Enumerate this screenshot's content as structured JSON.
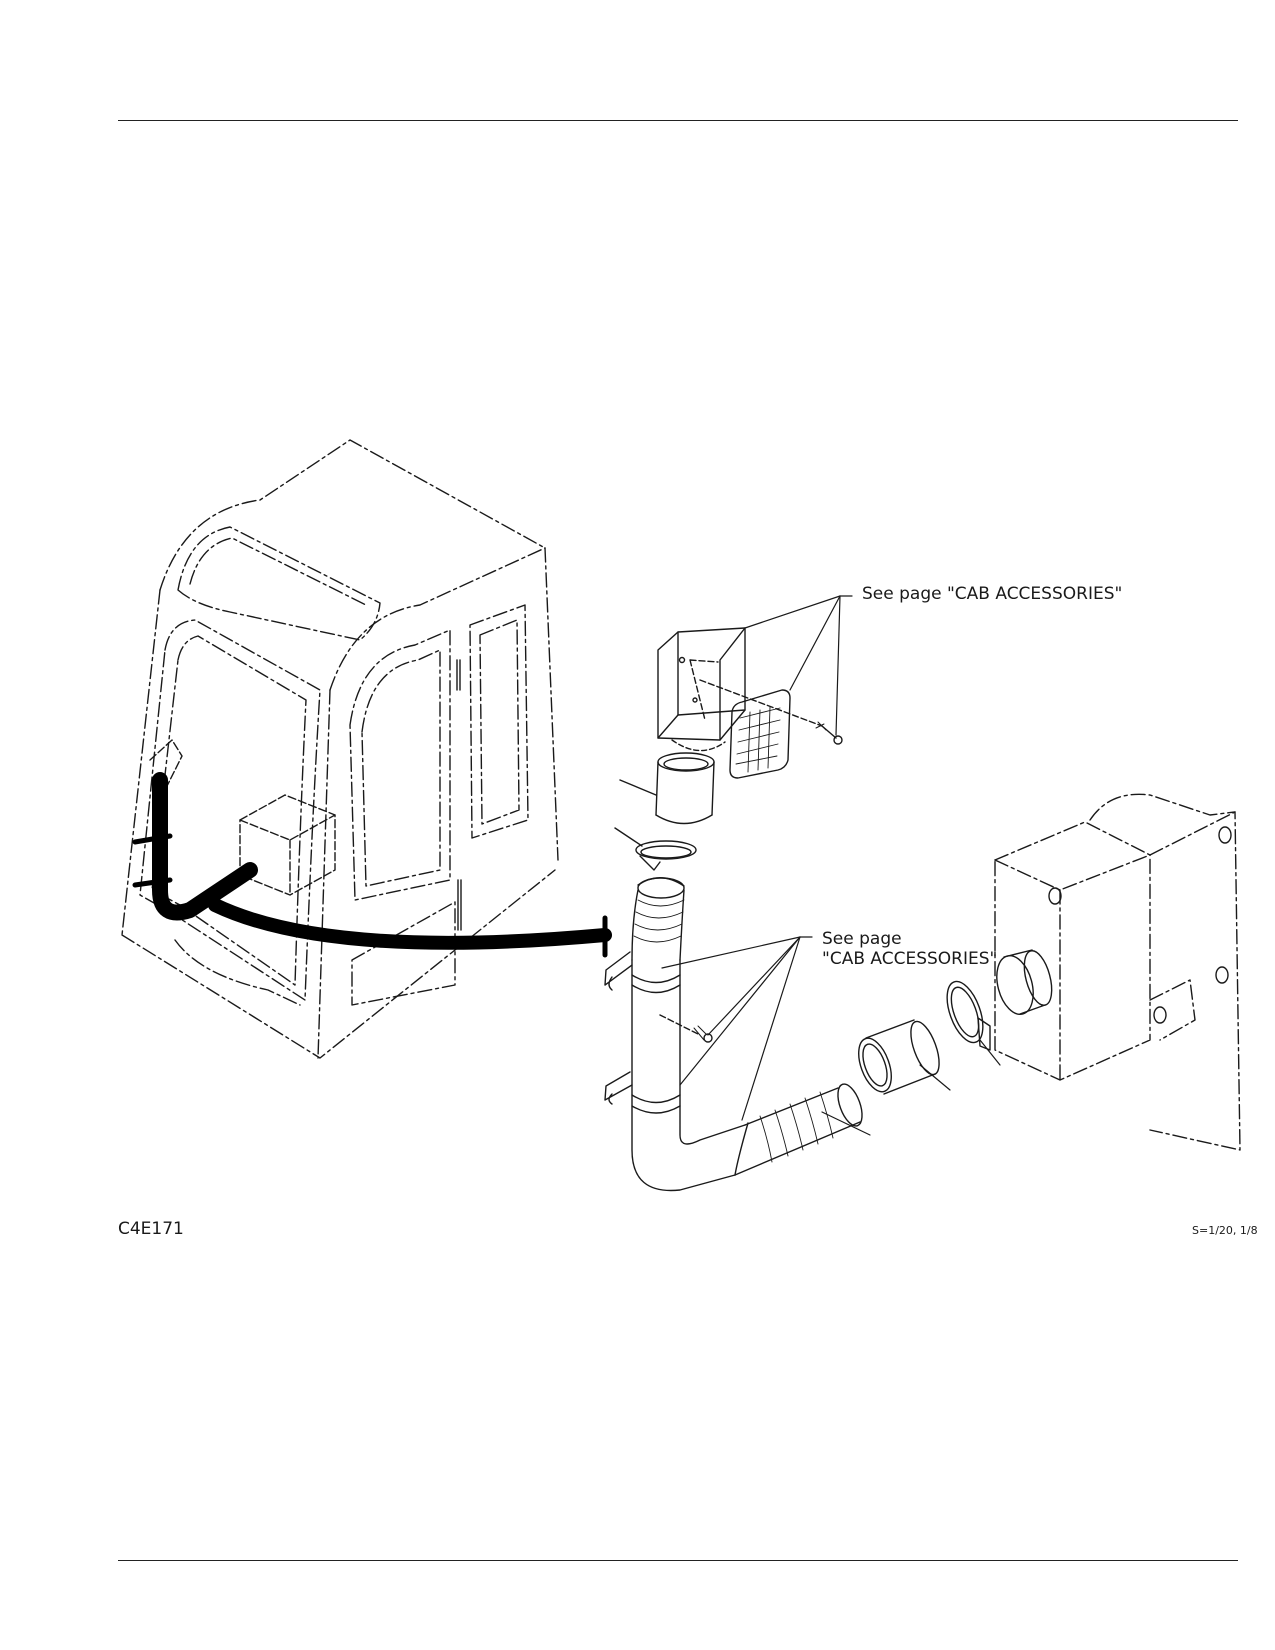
{
  "callouts": [
    {
      "text": "See page \"CAB ACCESSORIES\""
    },
    {
      "line1": "See page",
      "line2": "\"CAB ACCESSORIES\""
    }
  ],
  "figure": {
    "code": "C4E171",
    "scale": "S=1/20, 1/8"
  },
  "icons": [
    "cab-icon",
    "air-duct-icon",
    "blower-unit-icon",
    "vent-louver-icon",
    "hose-clamp-icon",
    "bolt-icon"
  ]
}
